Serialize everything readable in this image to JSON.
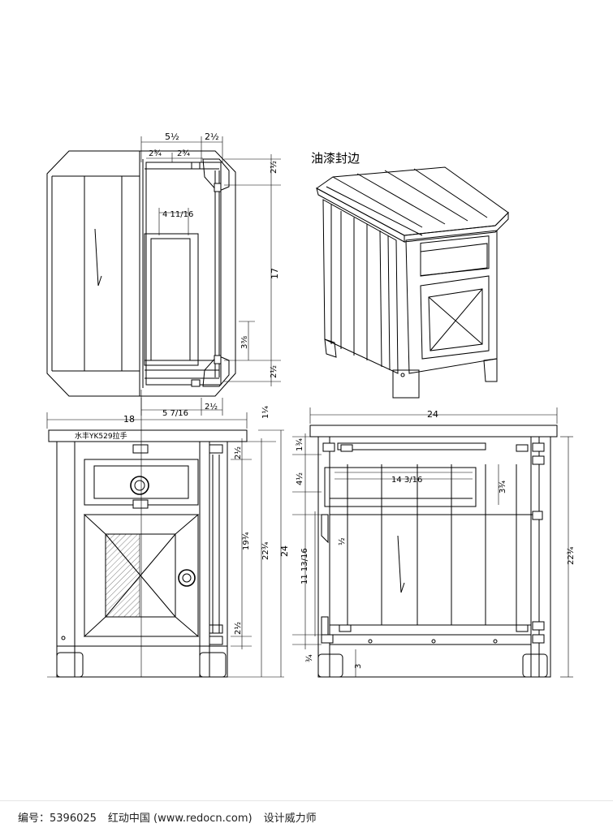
{
  "note_top": "油漆封边",
  "note_hardware": "水丰YK529拉手",
  "dims": {
    "top_w1": "5½",
    "top_w2": "2½",
    "top_w3": "2¾",
    "top_w4": "2¾",
    "top_r1": "2½",
    "top_r_h": "17",
    "top_r2": "3⅜",
    "top_r3": "2½",
    "top_inner": "4 11/16",
    "top_b1": "5 7/16",
    "top_b2": "2½",
    "fl_w": "18",
    "fl_h1": "1¼",
    "fl_h2": "2½",
    "fl_h3": "19¾",
    "fl_h4": "22¾",
    "fl_h5": "24",
    "fl_h6": "2½",
    "rt_w": "24",
    "rt_h1": "1¾",
    "rt_h2": "4½",
    "rt_inner": "14 3/16",
    "rt_h3": "3¾",
    "rt_h4": "½",
    "rt_h5": "11 13/16",
    "rt_h6": "22¾",
    "rt_h7": "¾",
    "rt_h8": "3"
  },
  "footer": {
    "id_label": "编号：5396025",
    "site_label": "红动中国 (www.redocn.com)",
    "author_label": "设计威力师"
  }
}
